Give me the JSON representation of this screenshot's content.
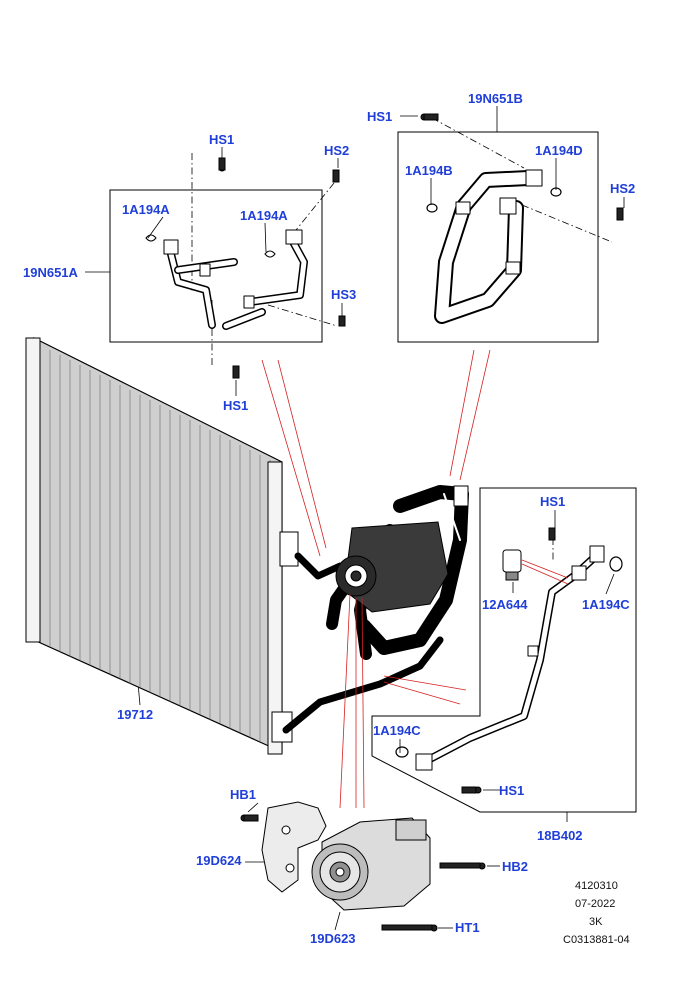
{
  "colors": {
    "callout": "#1f3fd8",
    "leader": "#000000",
    "explode": "#d62020",
    "part": "#000000"
  },
  "callouts": {
    "hs1_a": "HS1",
    "hs2_a": "HS2",
    "a1194a_1": "1A194A",
    "a1194a_2": "1A194A",
    "n19n651a": "19N651A",
    "hs3": "HS3",
    "hs1_b": "HS1",
    "hs1_c": "HS1",
    "n19n651b": "19N651B",
    "a1194b": "1A194B",
    "a1194d": "1A194D",
    "hs2_b": "HS2",
    "hs1_d": "HS1",
    "n12a644": "12A644",
    "a1194c_1": "1A194C",
    "a1194c_2": "1A194C",
    "hs1_e": "HS1",
    "n18b402": "18B402",
    "n19712": "19712",
    "hb1": "HB1",
    "n19d624": "19D624",
    "hb2": "HB2",
    "ht1": "HT1",
    "n19d623": "19D623"
  },
  "meta": {
    "line1": "4120310",
    "line2": "07-2022",
    "line3": "3K",
    "line4": "C0313881-04"
  }
}
